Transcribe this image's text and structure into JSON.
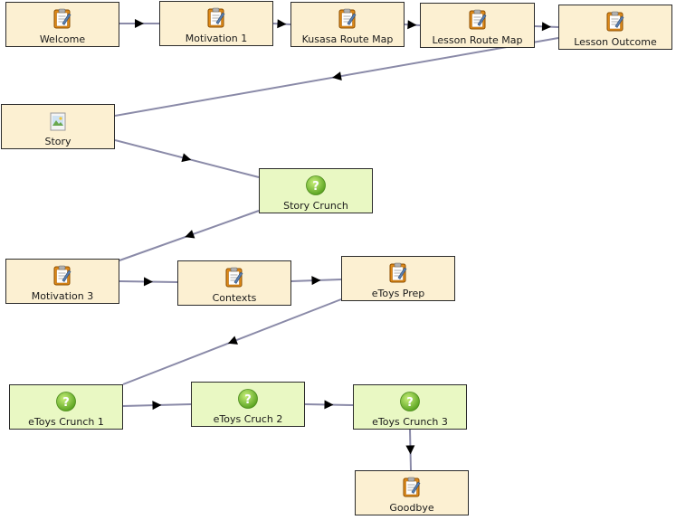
{
  "diagram": {
    "colors": {
      "page_fill": "#fcf0d2",
      "quiz_fill": "#e9f8c3",
      "edge": "#8a8aa8",
      "arrow": "#000000"
    },
    "nodes": [
      {
        "id": "welcome",
        "label": "Welcome",
        "kind": "page",
        "icon": "notepad-icon"
      },
      {
        "id": "motivation-1",
        "label": "Motivation 1",
        "kind": "page",
        "icon": "notepad-icon"
      },
      {
        "id": "kusasa-route-map",
        "label": "Kusasa Route Map",
        "kind": "page",
        "icon": "notepad-icon"
      },
      {
        "id": "lesson-route-map",
        "label": "Lesson Route Map",
        "kind": "page",
        "icon": "notepad-icon"
      },
      {
        "id": "lesson-outcome",
        "label": "Lesson Outcome",
        "kind": "page",
        "icon": "notepad-icon"
      },
      {
        "id": "story",
        "label": "Story",
        "kind": "page",
        "icon": "image-icon"
      },
      {
        "id": "story-crunch",
        "label": "Story Crunch",
        "kind": "quiz",
        "icon": "question-icon"
      },
      {
        "id": "motivation-3",
        "label": "Motivation 3",
        "kind": "page",
        "icon": "notepad-icon"
      },
      {
        "id": "contexts",
        "label": "Contexts",
        "kind": "page",
        "icon": "notepad-icon"
      },
      {
        "id": "etoys-prep",
        "label": "eToys Prep",
        "kind": "page",
        "icon": "notepad-icon"
      },
      {
        "id": "etoys-crunch-1",
        "label": "eToys Crunch 1",
        "kind": "quiz",
        "icon": "question-icon"
      },
      {
        "id": "etoys-cruch-2",
        "label": "eToys Cruch 2",
        "kind": "quiz",
        "icon": "question-icon"
      },
      {
        "id": "etoys-crunch-3",
        "label": "eToys Crunch 3",
        "kind": "quiz",
        "icon": "question-icon"
      },
      {
        "id": "goodbye",
        "label": "Goodbye",
        "kind": "page",
        "icon": "notepad-icon"
      }
    ],
    "edges": [
      {
        "from": "welcome",
        "to": "motivation-1"
      },
      {
        "from": "motivation-1",
        "to": "kusasa-route-map"
      },
      {
        "from": "kusasa-route-map",
        "to": "lesson-route-map"
      },
      {
        "from": "lesson-route-map",
        "to": "lesson-outcome"
      },
      {
        "from": "lesson-outcome",
        "to": "story"
      },
      {
        "from": "story",
        "to": "story-crunch"
      },
      {
        "from": "story-crunch",
        "to": "motivation-3"
      },
      {
        "from": "motivation-3",
        "to": "contexts"
      },
      {
        "from": "contexts",
        "to": "etoys-prep"
      },
      {
        "from": "etoys-prep",
        "to": "etoys-crunch-1"
      },
      {
        "from": "etoys-crunch-1",
        "to": "etoys-cruch-2"
      },
      {
        "from": "etoys-cruch-2",
        "to": "etoys-crunch-3"
      },
      {
        "from": "etoys-crunch-3",
        "to": "goodbye"
      }
    ]
  }
}
